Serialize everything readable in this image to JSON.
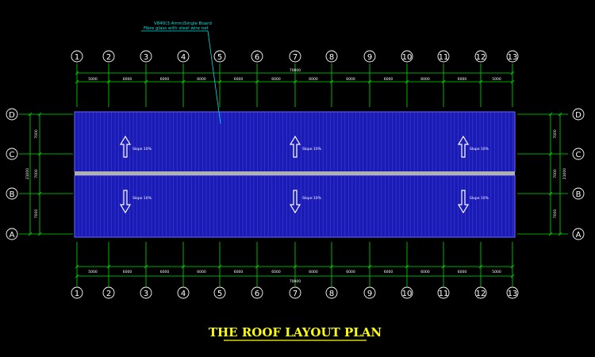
{
  "drawing": {
    "title": "THE ROOF  LAYOUT PLAN",
    "callout": {
      "line1": "V840(3.4mm)Single Board",
      "line2": "Fibre glass with steel wire net"
    },
    "grid_columns": [
      "1",
      "2",
      "3",
      "4",
      "5",
      "6",
      "7",
      "8",
      "9",
      "10",
      "11",
      "12",
      "13"
    ],
    "grid_rows": [
      "D",
      "C",
      "B",
      "A"
    ],
    "top_spans": [
      "5000",
      "6000",
      "6000",
      "6000",
      "6000",
      "6000",
      "6000",
      "6000",
      "6000",
      "6000",
      "6000",
      "5000"
    ],
    "bottom_spans": [
      "5000",
      "6000",
      "6000",
      "6000",
      "6000",
      "6000",
      "6000",
      "6000",
      "6000",
      "6000",
      "6000",
      "5000"
    ],
    "overall_length": "70000",
    "row_spans": [
      "7000",
      "7000",
      "7000"
    ],
    "overall_width": "21000",
    "slopes": {
      "up_left": "Slope 10%",
      "up_mid": "Slope 10%",
      "up_right": "Slope 10%",
      "down_left": "Slope 10%",
      "down_mid": "Slope 10%",
      "down_right": "Slope 10%"
    },
    "colors": {
      "roof_fill": "#1a1ab4",
      "roof_rib": "#3a3ad8",
      "ridge": "#b0b0b0",
      "dim_line": "#00e000",
      "text": "#ffffff",
      "callout": "#00e0e0",
      "title": "#ffff00"
    }
  }
}
